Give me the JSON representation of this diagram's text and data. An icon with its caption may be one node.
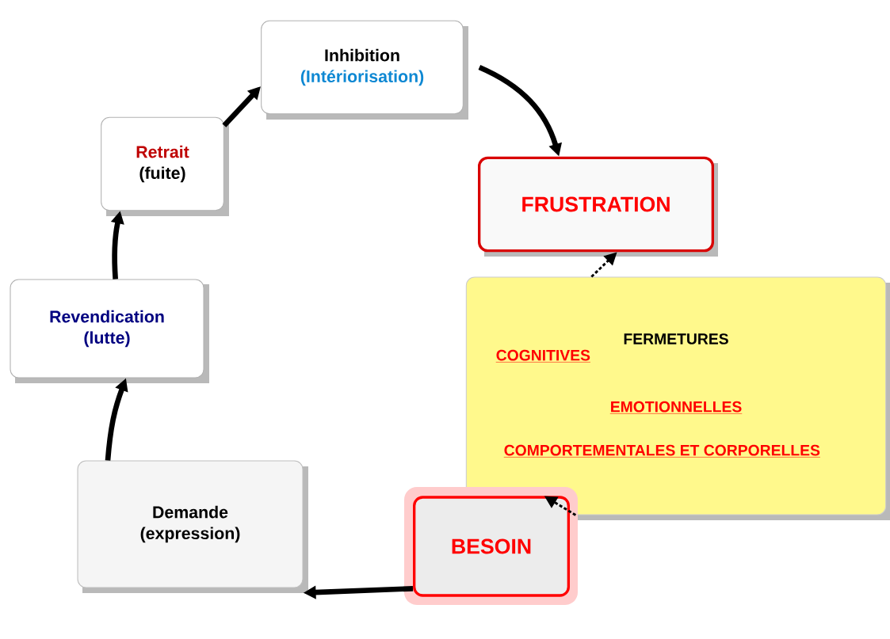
{
  "diagram": {
    "nodes": [
      {
        "text": [
          "Inhibition",
          "(Intériorisation)"
        ]
      },
      {
        "text": [
          "FRUSTRATION"
        ]
      },
      {
        "text": [
          "FERMETURES",
          "COGNITIVES",
          "EMOTIONNELLES",
          "COMPORTEMENTALES ET CORPORELLES"
        ]
      },
      {
        "text": [
          "BESOIN"
        ]
      },
      {
        "text": [
          "Demande",
          "(expression)"
        ]
      },
      {
        "text": [
          "Revendication",
          "(lutte)"
        ]
      },
      {
        "text": [
          "Retrait",
          "(fuite)"
        ]
      }
    ],
    "edges": [
      {
        "from": 0,
        "to": 1,
        "arrow": "to"
      },
      {
        "from": 2,
        "to": 1,
        "arrow": "to",
        "style": "dashed"
      },
      {
        "from": 2,
        "to": 3,
        "arrow": "to",
        "style": "dashed"
      },
      {
        "from": 3,
        "to": 4,
        "arrow": "to"
      },
      {
        "from": 4,
        "to": 5,
        "arrow": "to"
      },
      {
        "from": 5,
        "to": 6,
        "arrow": "to"
      },
      {
        "from": 6,
        "to": 0,
        "arrow": "to"
      }
    ]
  }
}
